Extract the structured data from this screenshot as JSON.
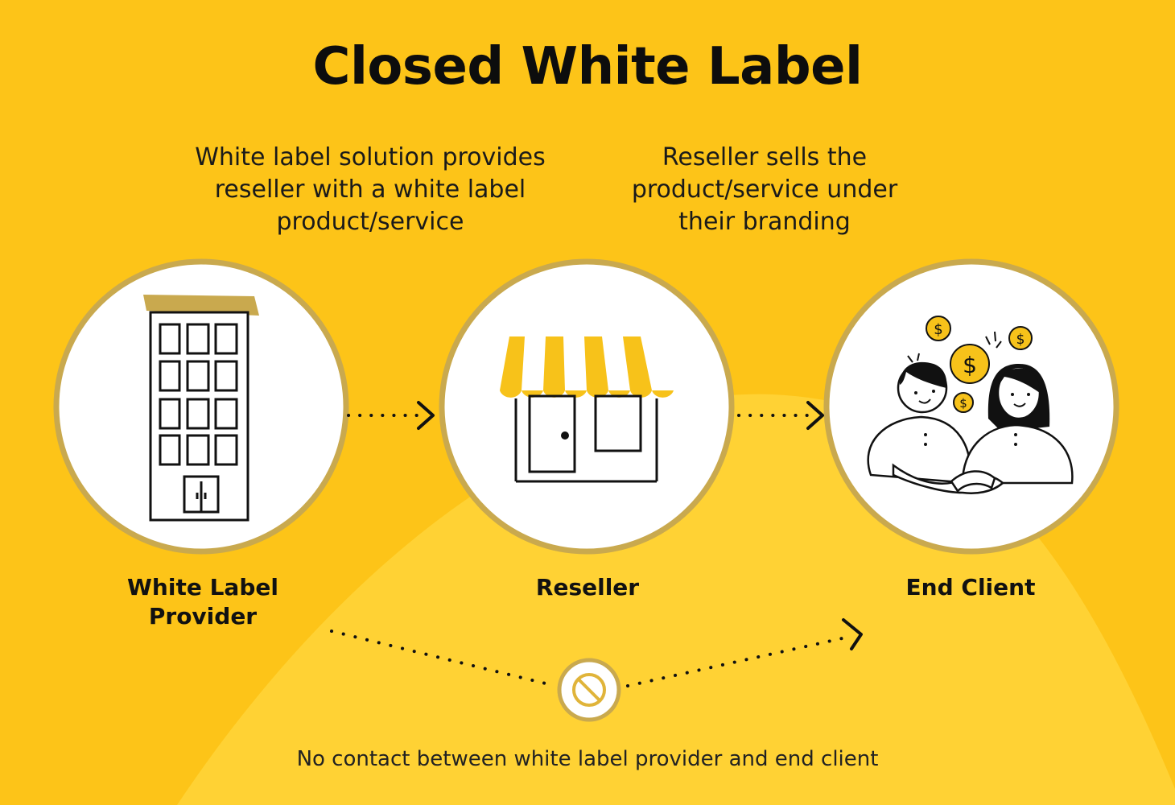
{
  "title": "Closed White Label",
  "captions": {
    "provider_to_reseller": "White label solution provides\nreseller with a white label\nproduct/service",
    "reseller_to_client": "Reseller sells the\nproduct/service under\ntheir branding"
  },
  "nodes": [
    {
      "id": "provider",
      "label": "White Label\nProvider",
      "icon": "office-building-icon"
    },
    {
      "id": "reseller",
      "label": "Reseller",
      "icon": "storefront-icon"
    },
    {
      "id": "client",
      "label": "End Client",
      "icon": "handshake-people-icon"
    }
  ],
  "footer_note": "No contact between white label provider and end client",
  "colors": {
    "background": "#FDC418",
    "background_light": "#FFD234",
    "circle_border": "#C9A94E",
    "accent": "#F7C21A",
    "awning_tan": "#C9A94E",
    "ink": "#111111"
  }
}
